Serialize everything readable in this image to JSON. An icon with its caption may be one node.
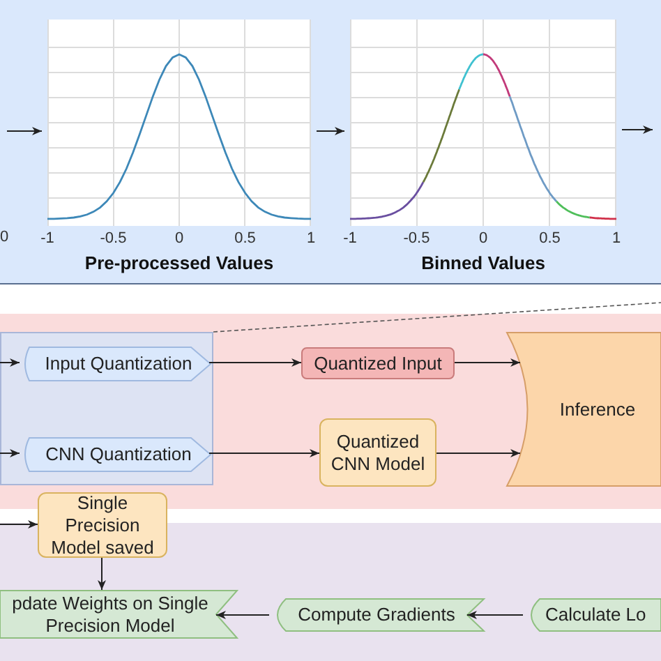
{
  "diagram": {
    "nodes": [
      {
        "text": [
          "Pre-processed Values"
        ],
        "beside": [
          "-1",
          "-0.5",
          "0",
          "0.5",
          "1"
        ]
      },
      {
        "text": [
          "Binned Values"
        ],
        "beside": [
          "-1",
          "-0.5",
          "0",
          "0.5",
          "1"
        ]
      },
      {
        "text": [],
        "shape": "box"
      },
      {
        "text": [
          "Input Quantization"
        ],
        "in": 2
      },
      {
        "text": [
          "CNN Quantization"
        ],
        "in": 2
      },
      {
        "text": [
          "Quantized Input"
        ]
      },
      {
        "text": [
          "Quantized CNN Model"
        ]
      },
      {
        "text": [
          "Inference"
        ]
      },
      {
        "text": [
          "Single Precision Model saved"
        ]
      },
      {
        "text": [
          "pdate Weights on Single Precision Model"
        ]
      },
      {
        "text": [
          "Compute Gradients"
        ]
      },
      {
        "text": [
          "Calculate Lo"
        ]
      }
    ],
    "edges": [
      {
        "from": null,
        "to": 0,
        "arrow": "to"
      },
      {
        "from": 0,
        "to": 1,
        "arrow": "to"
      },
      {
        "from": 1,
        "to": null,
        "arrow": "to"
      },
      {
        "from": null,
        "to": 3,
        "arrow": "to"
      },
      {
        "from": null,
        "to": 4,
        "arrow": "to"
      },
      {
        "from": 3,
        "to": 5,
        "arrow": "to"
      },
      {
        "from": 5,
        "to": 7,
        "arrow": "to"
      },
      {
        "from": 4,
        "to": 6,
        "arrow": "to"
      },
      {
        "from": 6,
        "to": 7,
        "arrow": "to"
      },
      {
        "from": null,
        "to": 8,
        "arrow": "to"
      },
      {
        "from": 8,
        "to": 9,
        "arrow": "to"
      },
      {
        "from": 11,
        "to": 10,
        "arrow": "to"
      },
      {
        "from": 10,
        "to": 9,
        "arrow": "to"
      },
      {
        "from": 2,
        "to": null,
        "arrow": "none",
        "style": "dashed"
      }
    ],
    "labels": [
      "0"
    ]
  }
}
